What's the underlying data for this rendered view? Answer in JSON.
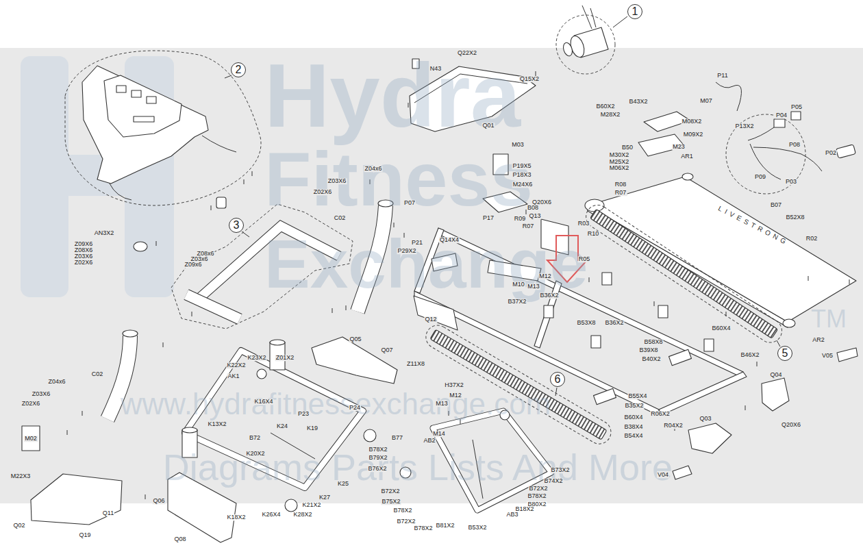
{
  "diagram": {
    "nodes": [
      {
        "text": [
          "1"
        ]
      },
      {
        "text": [
          "2"
        ]
      },
      {
        "text": [
          "3"
        ]
      },
      {
        "text": [
          "5"
        ]
      },
      {
        "text": [
          "6"
        ]
      }
    ],
    "labels": [
      "Hydra",
      "Fitness",
      "Exchange",
      "TM",
      "www.hydrafitnessexchange.com",
      "Diagrams Parts Lists And More",
      "LIVESTRONG",
      "Q22X2",
      "N43",
      "Q15X2",
      "Q01",
      "P11",
      "M07",
      "B60X2",
      "B43X2",
      "M28X2",
      "M08X2",
      "P05",
      "P04",
      "P13X2",
      "M09X2",
      "P08",
      "B50",
      "M23",
      "M30X2",
      "AR1",
      "P02",
      "M25X2",
      "M06X2",
      "M03",
      "P19X5",
      "P18X3",
      "M24X6",
      "Z04x6",
      "Z03X6",
      "P09",
      "P03",
      "R08",
      "R07",
      "Z02X6",
      "Q20X6",
      "P07",
      "B07",
      "B08",
      "Q13",
      "B52X8",
      "C02",
      "P17",
      "R09",
      "R07",
      "R03",
      "AN3X2",
      "R10",
      "R02",
      "Q14X4",
      "P21",
      "Z09X6",
      "Z08X6",
      "P29X2",
      "Z08x6",
      "Z03X6",
      "Z03x6",
      "R05",
      "Z02X6",
      "Z09x6",
      "M12",
      "M10",
      "M13",
      "B36X2",
      "B37X2",
      "Q12",
      "B53X8",
      "B36X2",
      "B60X4",
      "Q05",
      "AR2",
      "B58X8",
      "Q07",
      "B39X8",
      "B46X2",
      "V05",
      "K23X2",
      "Z01X2",
      "B40X2",
      "Z11X8",
      "K22X2",
      "C02",
      "Q04",
      "AK1",
      "Z04x6",
      "H37X2",
      "Z03X6",
      "M12",
      "B55X4",
      "K16X4",
      "Z02X6",
      "M13",
      "B35X2",
      "P24",
      "R06X2",
      "P23",
      "B60X4",
      "Q03",
      "K13X2",
      "Q20X6",
      "R04X2",
      "K24",
      "B38X4",
      "K19",
      "M14",
      "B54X4",
      "B77",
      "B72",
      "M02",
      "AB2",
      "B78X2",
      "K20X2",
      "B79X2",
      "B76X2",
      "B73X2",
      "V04",
      "M22X3",
      "B74X2",
      "K25",
      "B72X2",
      "B72X2",
      "B78X2",
      "K27",
      "Q06",
      "B75X2",
      "B80X2",
      "K21X2",
      "B18X2",
      "B78X2",
      "Q11",
      "AB3",
      "K26X4",
      "K28X2",
      "K18X2",
      "B72X2",
      "Q02",
      "B81X2",
      "B53X2",
      "B78X2",
      "Q19",
      "Q08"
    ]
  }
}
